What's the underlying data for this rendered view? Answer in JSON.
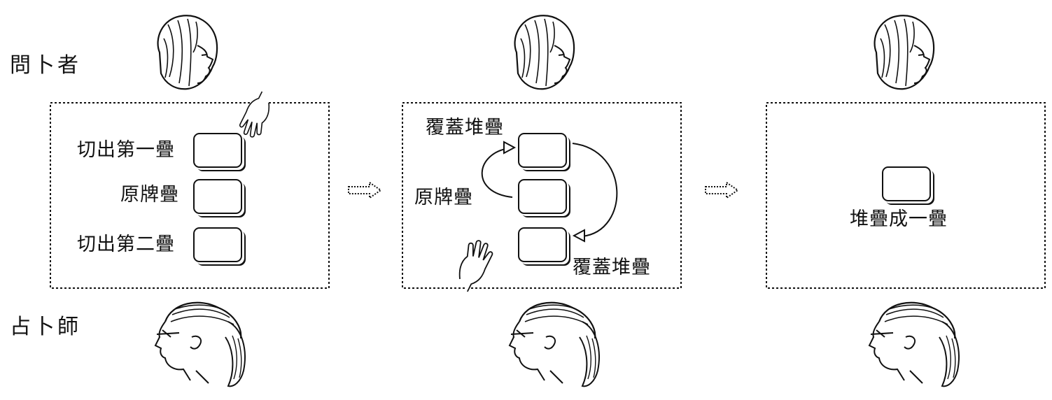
{
  "roles": {
    "querent": "問卜者",
    "reader": "占卜師"
  },
  "steps": [
    {
      "labels": [
        "切出第一疊",
        "原牌疊",
        "切出第二疊"
      ]
    },
    {
      "labels": {
        "top": "覆蓋堆疊",
        "middle": "原牌疊",
        "bottom": "覆蓋堆疊"
      }
    },
    {
      "labels": [
        "堆疊成一疊"
      ]
    }
  ],
  "icons": {
    "person_top": "woman-head-icon",
    "person_bottom": "man-head-ponytail-icon",
    "hand": "hand-icon",
    "arrow": "dotted-arrow-icon"
  },
  "colors": {
    "ink": "#111111",
    "background": "#ffffff"
  }
}
